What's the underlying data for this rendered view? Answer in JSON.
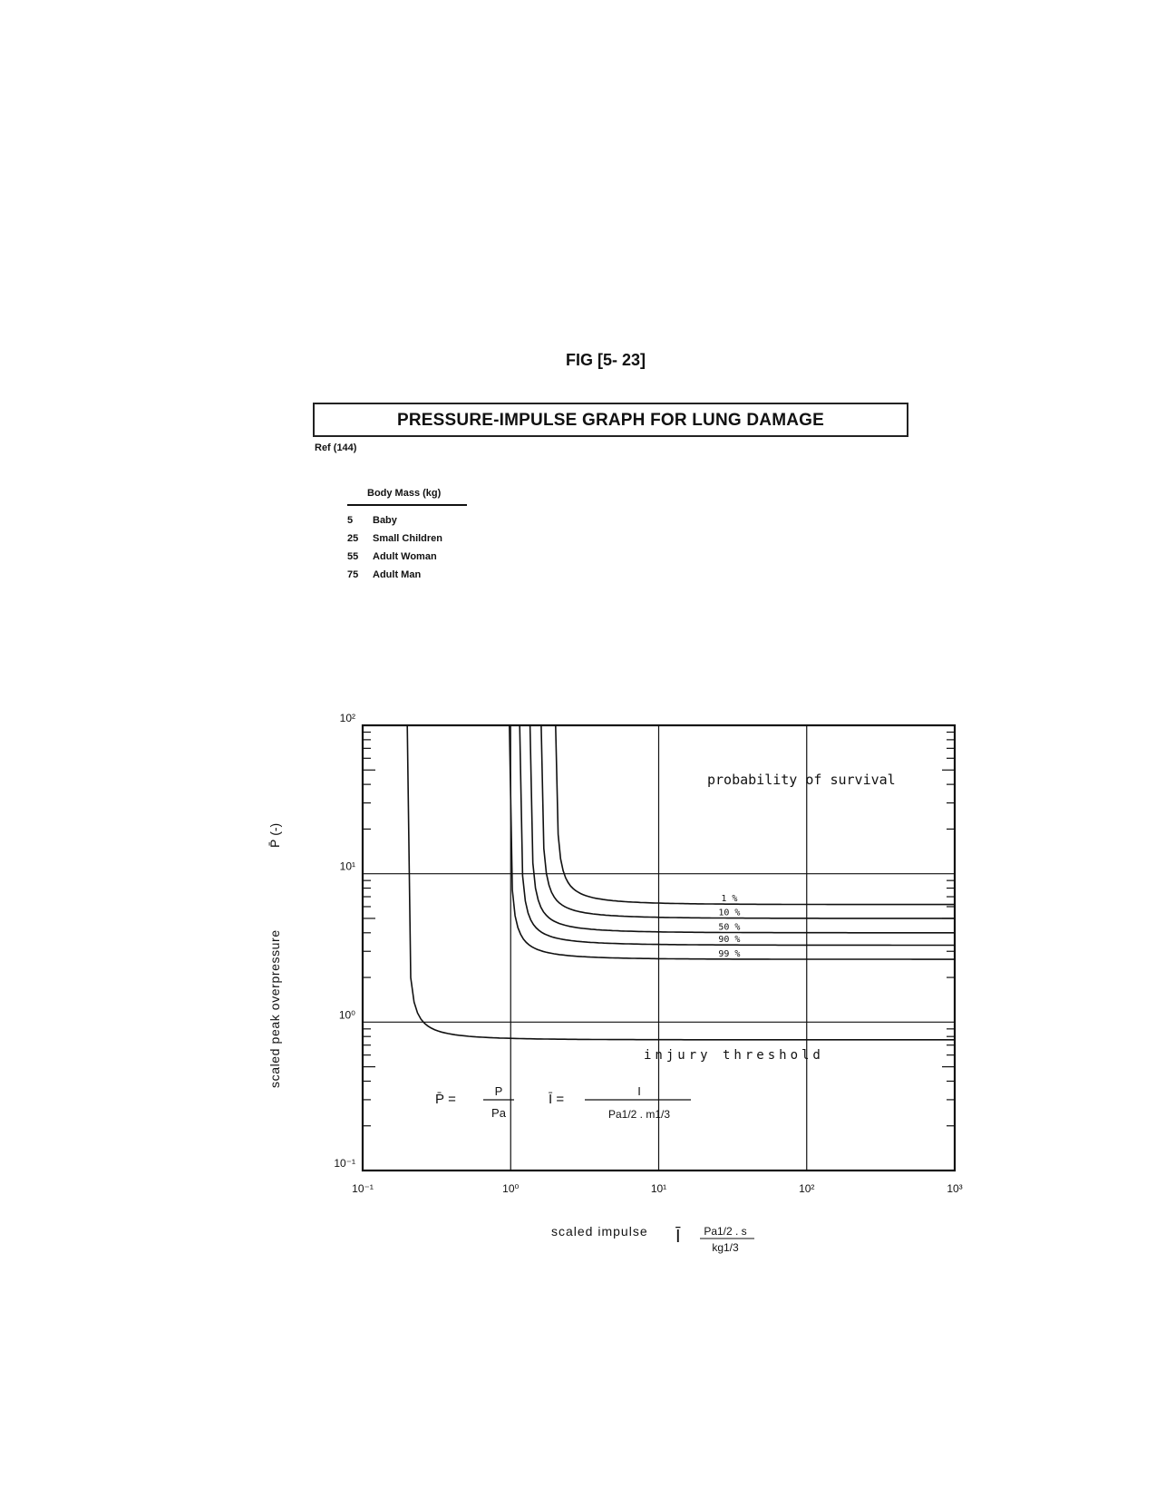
{
  "figure_label": "FIG [5- 23]",
  "title": "PRESSURE-IMPULSE GRAPH FOR LUNG DAMAGE",
  "reference": "Ref (144)",
  "legend": {
    "heading": "Body Mass (kg)",
    "rows": [
      {
        "mass": "5",
        "label": "Baby"
      },
      {
        "mass": "25",
        "label": "Small Children"
      },
      {
        "mass": "55",
        "label": "Adult Woman"
      },
      {
        "mass": "75",
        "label": "Adult Man"
      }
    ]
  },
  "chart_data": {
    "type": "line",
    "title": "PRESSURE-IMPULSE GRAPH FOR LUNG DAMAGE",
    "xlabel": "scaled impulse",
    "xlabel_symbol": "Ī",
    "xlabel_unit_num": "Pa1/2 . s",
    "xlabel_unit_den": "kg1/3",
    "ylabel": "scaled peak overpressure",
    "ylabel_symbol": "P̄ (-)",
    "x_scale": "log",
    "y_scale": "log",
    "xlim": [
      0.1,
      1000
    ],
    "ylim": [
      0.1,
      100
    ],
    "x_ticks": [
      "10⁻¹",
      "10⁰",
      "10¹",
      "10²",
      "10³"
    ],
    "y_ticks": [
      "10⁻¹",
      "10⁰",
      "10¹",
      "10²"
    ],
    "grid": true,
    "annotations": {
      "region": "probability of survival",
      "threshold": "injury threshold",
      "formula_p": {
        "lhs": "P̄ =",
        "num": "P",
        "den": "Pa"
      },
      "formula_i": {
        "lhs": "Ī =",
        "num": "I",
        "den": "Pa1/2 . m1/3"
      }
    },
    "series": [
      {
        "name": "1 %",
        "asymptote_x": 2.0,
        "asymptote_y": 6.2
      },
      {
        "name": "10 %",
        "asymptote_x": 1.6,
        "asymptote_y": 5.0
      },
      {
        "name": "50 %",
        "asymptote_x": 1.35,
        "asymptote_y": 4.0
      },
      {
        "name": "90 %",
        "asymptote_x": 1.15,
        "asymptote_y": 3.3
      },
      {
        "name": "99 %",
        "asymptote_x": 0.98,
        "asymptote_y": 2.65
      },
      {
        "name": "injury threshold",
        "asymptote_x": 0.2,
        "asymptote_y": 0.76
      }
    ]
  }
}
